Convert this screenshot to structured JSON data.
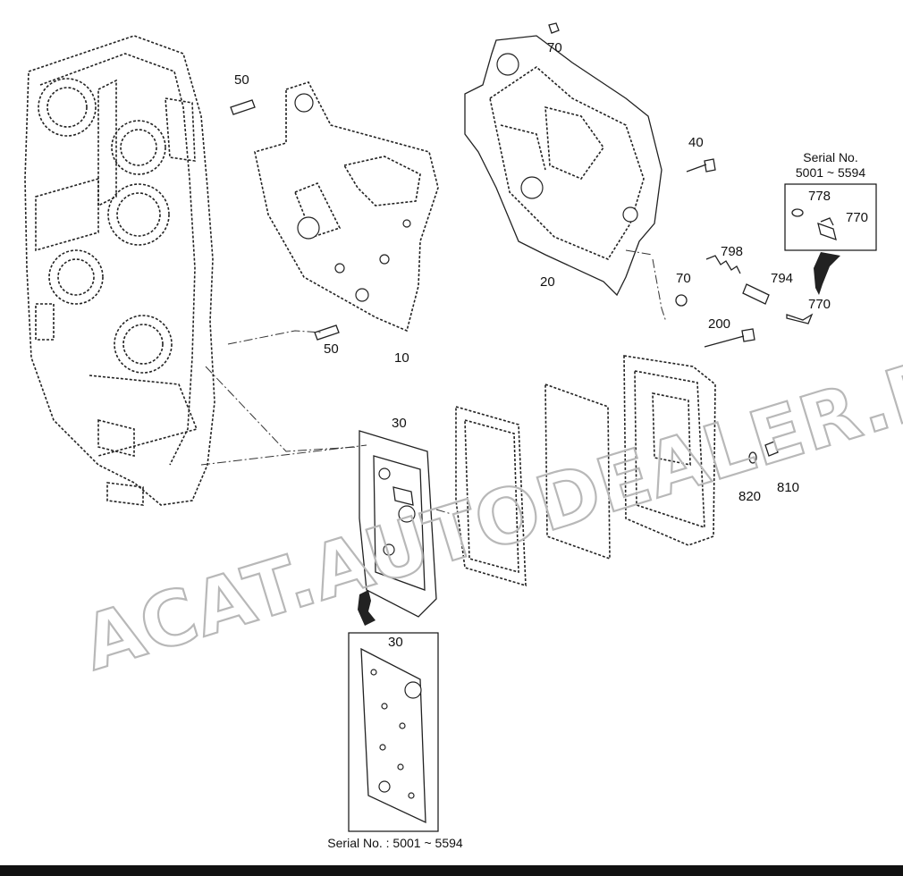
{
  "callouts": [
    {
      "id": "70-top",
      "text": "70"
    },
    {
      "id": "50-top",
      "text": "50"
    },
    {
      "id": "40",
      "text": "40"
    },
    {
      "id": "778",
      "text": "778"
    },
    {
      "id": "770-box",
      "text": "770"
    },
    {
      "id": "798",
      "text": "798"
    },
    {
      "id": "70-mid",
      "text": "70"
    },
    {
      "id": "794",
      "text": "794"
    },
    {
      "id": "770",
      "text": "770"
    },
    {
      "id": "20",
      "text": "20"
    },
    {
      "id": "200",
      "text": "200"
    },
    {
      "id": "50-bottom",
      "text": "50"
    },
    {
      "id": "10",
      "text": "10"
    },
    {
      "id": "30",
      "text": "30"
    },
    {
      "id": "30-box",
      "text": "30"
    },
    {
      "id": "820",
      "text": "820"
    },
    {
      "id": "810",
      "text": "810"
    }
  ],
  "serial_box_top": {
    "line1": "Serial No.",
    "line2": "5001 ~ 5594"
  },
  "serial_bottom": "Serial No.  : 5001 ~ 5594",
  "watermark": "ACAT.AUTODEALER.RU",
  "colors": {
    "ink": "#111111",
    "watermark": "#b8b8b8",
    "background": "#ffffff"
  }
}
